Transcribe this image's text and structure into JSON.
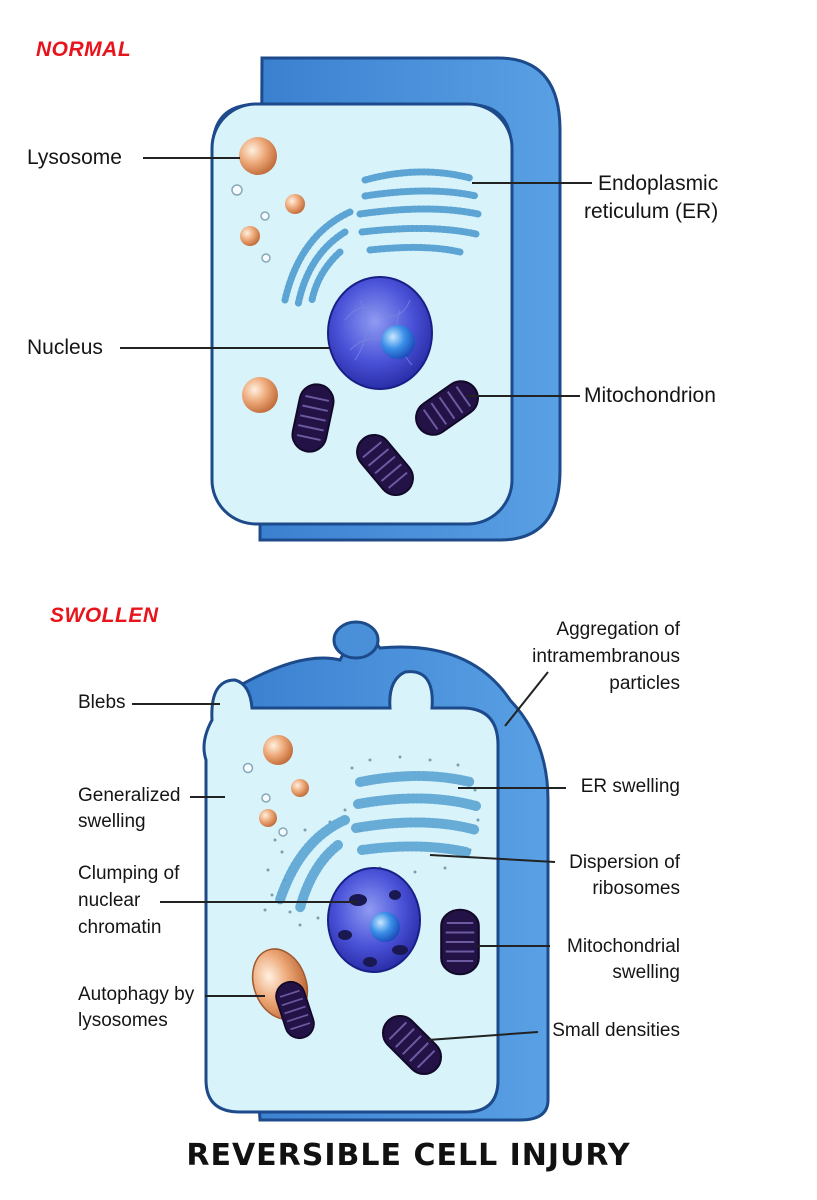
{
  "normal": {
    "heading": "NORMAL",
    "labels": {
      "lysosome": "Lysosome",
      "er_line1": "Endoplasmic",
      "er_line2": "reticulum (ER)",
      "nucleus": "Nucleus",
      "mitochondrion": "Mitochondrion"
    }
  },
  "swollen": {
    "heading": "SWOLLEN",
    "labels": {
      "blebs": "Blebs",
      "generalized_1": "Generalized",
      "generalized_2": "swelling",
      "clumping_1": "Clumping of",
      "clumping_2": "nuclear",
      "clumping_3": "chromatin",
      "autophagy_1": "Autophagy by",
      "autophagy_2": "lysosomes",
      "aggregation_1": "Aggregation of",
      "aggregation_2": "intramembranous",
      "aggregation_3": "particles",
      "er_swelling": "ER swelling",
      "dispersion_1": "Dispersion of",
      "dispersion_2": "ribosomes",
      "mito_swelling_1": "Mitochondrial",
      "mito_swelling_2": "swelling",
      "small_densities": "Small densities"
    }
  },
  "title": "REVERSIBLE CELL INJURY",
  "colors": {
    "cell_wall": "#4a90d9",
    "cytoplasm": "#d8f3fa",
    "nucleus": "#3a40c8",
    "lysosome": "#e8a070",
    "mitochondrion": "#2a1650",
    "er": "#6ab0d8",
    "heading": "#e8141c"
  }
}
